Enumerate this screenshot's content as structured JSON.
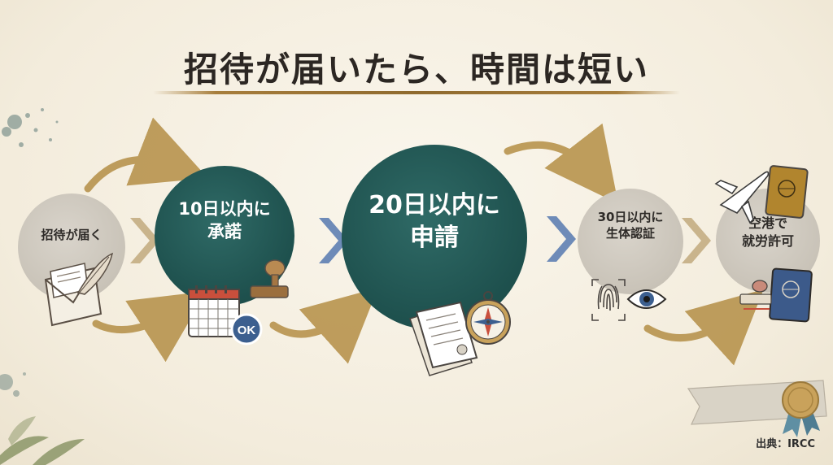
{
  "title": "招待が届いたら、時間は短い",
  "steps": [
    {
      "label": "招待が届く"
    },
    {
      "label": "10日以内に\n承諾"
    },
    {
      "label": "20日以内に\n申請"
    },
    {
      "label": "30日以内に\n生体認証"
    },
    {
      "label": "空港で\n就労許可"
    }
  ],
  "badge": {
    "text": "OK"
  },
  "source": "出典：IRCC",
  "colors": {
    "teal": "#1f524f",
    "grey": "#c9c3b8",
    "gold": "#b8944e",
    "chevron_blue": "#6e8bb8",
    "chevron_tan": "#c9b48c"
  }
}
